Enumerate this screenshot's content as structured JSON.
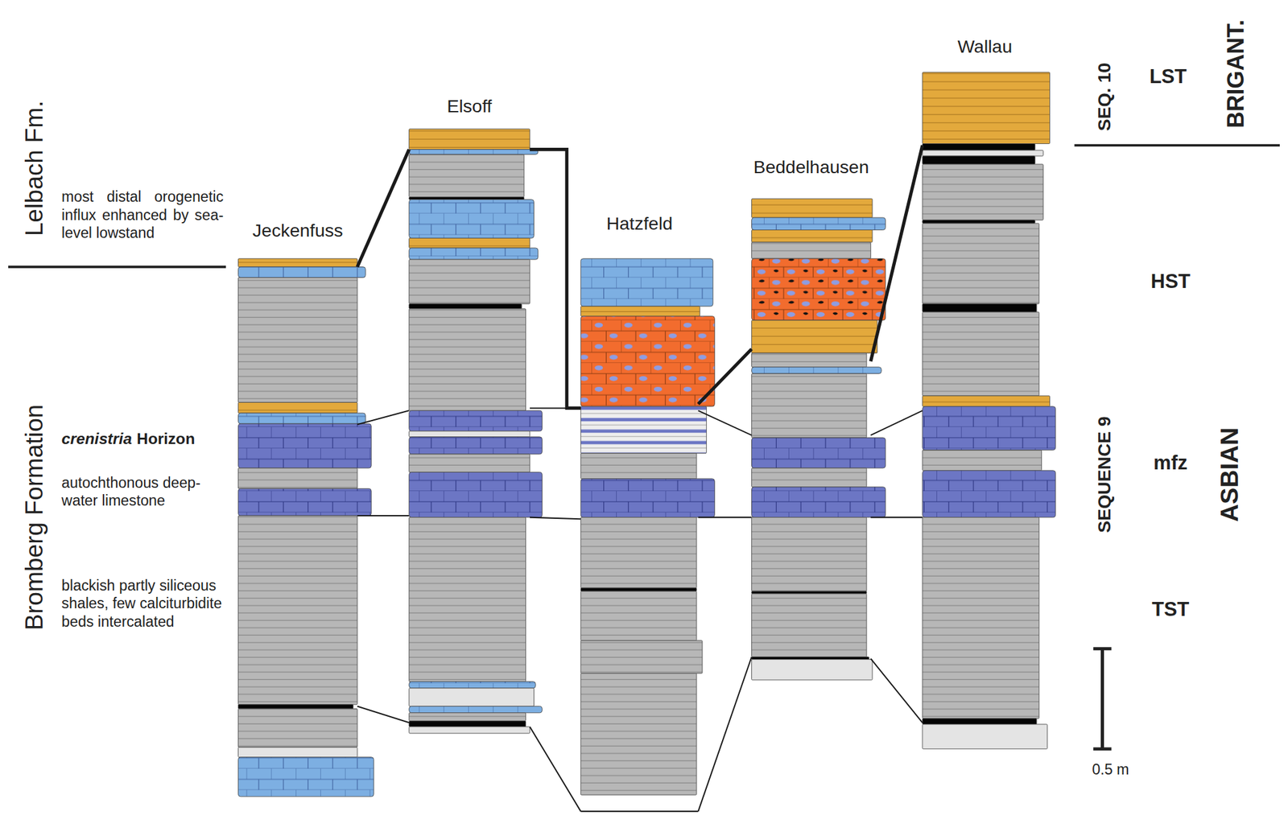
{
  "diagram": {
    "nodes": [
      {
        "text": [
          "Jeckenfuss"
        ]
      },
      {
        "text": [
          "Elsoff"
        ]
      },
      {
        "text": [
          "Hatzfeld"
        ]
      },
      {
        "text": [
          "Beddelhausen"
        ]
      },
      {
        "text": [
          "Wallau"
        ]
      }
    ],
    "edges": [
      {
        "from": 0,
        "to": 1,
        "arrow": "none"
      },
      {
        "from": 1,
        "to": 2,
        "arrow": "none"
      },
      {
        "from": 2,
        "to": 3,
        "arrow": "none"
      },
      {
        "from": 3,
        "to": 4,
        "arrow": "none"
      },
      {
        "from": 0,
        "to": 1,
        "arrow": "none"
      },
      {
        "from": 1,
        "to": 2,
        "arrow": "none"
      },
      {
        "from": 2,
        "to": 3,
        "arrow": "none"
      },
      {
        "from": 3,
        "to": 4,
        "arrow": "none"
      },
      {
        "from": 0,
        "to": 1,
        "arrow": "none"
      },
      {
        "from": 1,
        "to": 2,
        "arrow": "none"
      },
      {
        "from": 2,
        "to": 3,
        "arrow": "none"
      },
      {
        "from": 3,
        "to": 4,
        "arrow": "none"
      },
      {
        "from": 0,
        "to": 1,
        "arrow": "none"
      },
      {
        "from": 1,
        "to": 2,
        "arrow": "none"
      },
      {
        "from": 2,
        "to": 3,
        "arrow": "none"
      },
      {
        "from": 3,
        "to": 4,
        "arrow": "none"
      }
    ],
    "labels": [
      "Lelbach Fm.",
      "most distal orogenetic influx enhanced by sea-level lowstand",
      "Bromberg Formation",
      "crenistria",
      "Horizon",
      "autochthonous deep-water limestone",
      "blackish partly siliceous shales, few calciturbidite beds intercalated",
      "SEQ. 10",
      "LST",
      "BRIGANT.",
      "HST",
      "SEQUENCE 9",
      "mfz",
      "ASBIAN",
      "TST",
      "0.5 m"
    ]
  }
}
